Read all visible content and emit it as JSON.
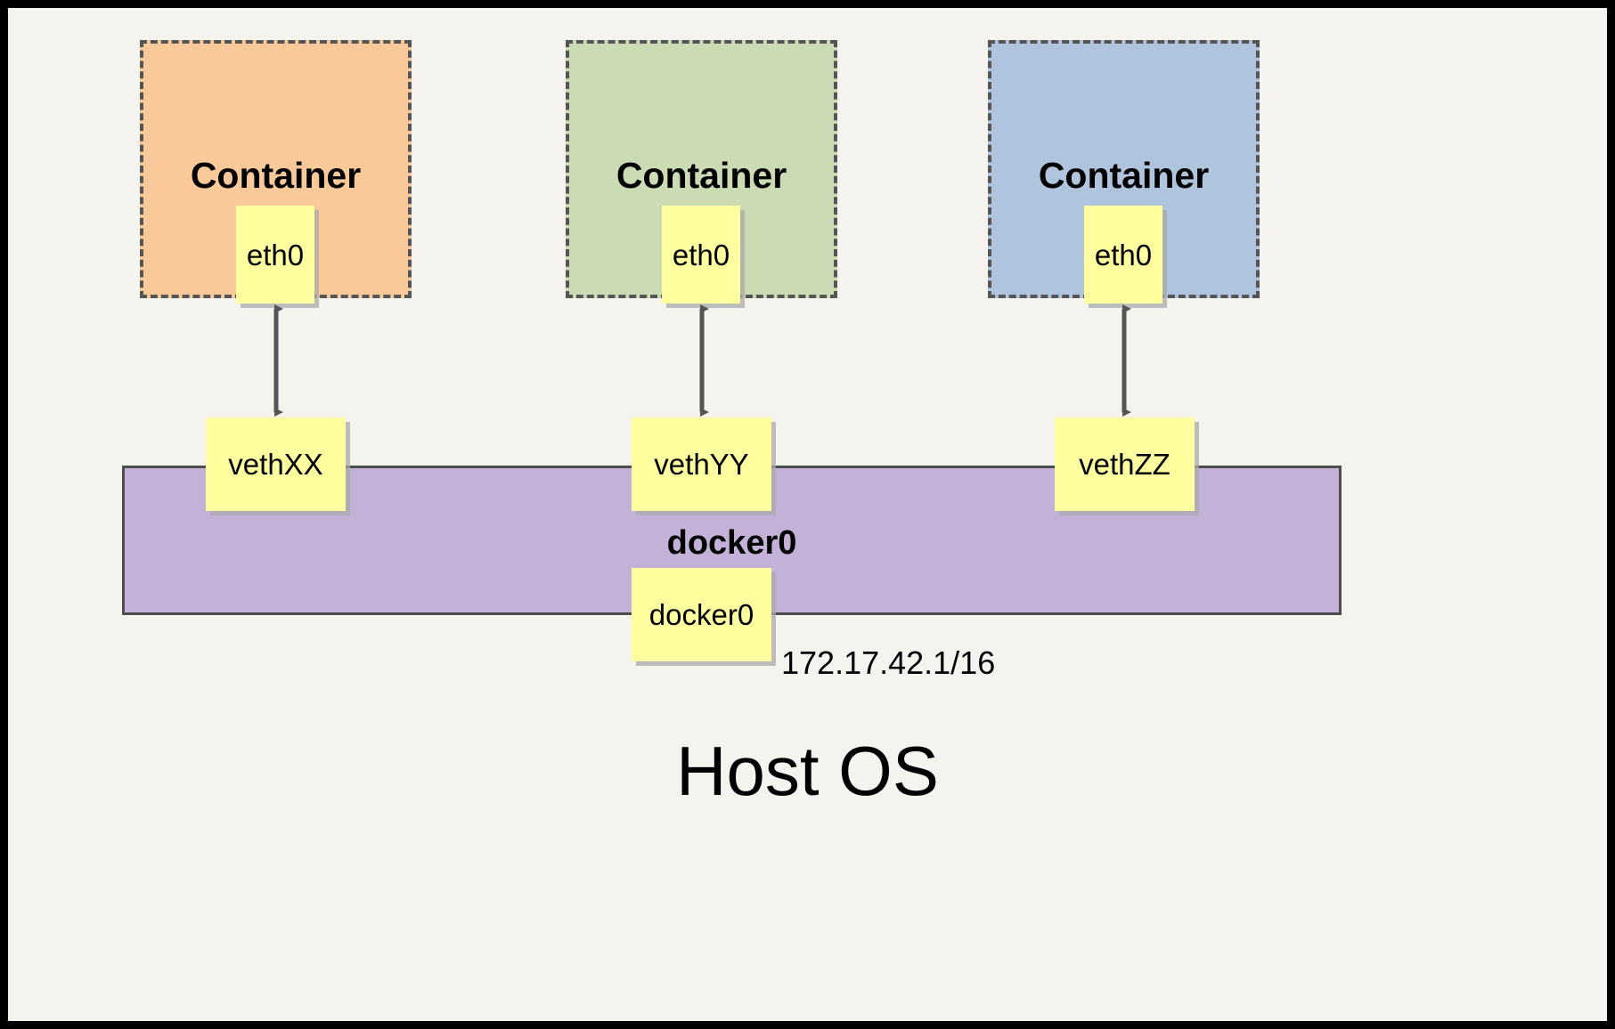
{
  "diagram": {
    "title_bottom": "Host OS",
    "bridge": {
      "label": "docker0",
      "interface_label": "docker0",
      "ip_label": "172.17.42.1/16",
      "color": "#c3b1d7",
      "border_color": "#4d4d4d"
    },
    "frame": {
      "border_color": "#000000",
      "background": "#f4f3ee"
    },
    "iface_color": "#ffffa0",
    "arrow_color": "#555555",
    "containers": [
      {
        "title": "Container",
        "interface": "eth0",
        "veth": "vethXX",
        "color": "#f9c99a",
        "border_color": "#555555"
      },
      {
        "title": "Container",
        "interface": "eth0",
        "veth": "vethYY",
        "color": "#cbdcb4",
        "border_color": "#555555"
      },
      {
        "title": "Container",
        "interface": "eth0",
        "veth": "vethZZ",
        "color": "#b0c4de",
        "border_color": "#555555"
      }
    ]
  }
}
